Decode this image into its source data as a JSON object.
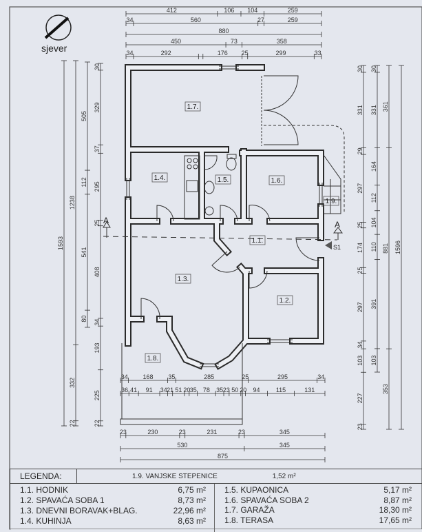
{
  "north": {
    "label": "sjever",
    "icon": "north-arrow-icon"
  },
  "section_marks": {
    "left": "A",
    "right": "A",
    "entry": "S1"
  },
  "rooms": [
    {
      "id": "1.7."
    },
    {
      "id": "1.4."
    },
    {
      "id": "1.5."
    },
    {
      "id": "1.6."
    },
    {
      "id": "1.9."
    },
    {
      "id": "1.1."
    },
    {
      "id": "1.3."
    },
    {
      "id": "1.2."
    },
    {
      "id": "1.8."
    }
  ],
  "dimensions": {
    "top": [
      [
        412,
        106,
        104,
        259
      ],
      [
        34,
        560,
        27,
        259
      ],
      [
        880
      ],
      [
        450,
        73,
        358
      ],
      [
        34,
        292,
        "",
        176,
        25,
        299,
        33
      ]
    ],
    "bottom": [
      [
        34,
        168,
        35,
        285,
        25,
        295,
        34
      ],
      [
        36,
        41,
        91,
        34,
        21,
        51,
        20,
        35,
        78,
        35,
        23,
        50,
        20,
        94,
        115,
        131
      ],
      [
        23,
        230,
        23,
        231,
        23,
        345
      ],
      [
        530,
        345
      ],
      [
        875
      ]
    ],
    "left": [
      [
        1593
      ],
      [
        1238,
        332,
        22
      ],
      [
        505,
        112,
        541,
        80
      ],
      [
        30,
        329,
        37,
        295,
        25,
        408,
        34,
        193,
        225,
        22
      ]
    ],
    "right": [
      [
        30,
        331,
        29,
        297,
        25,
        174,
        25,
        297,
        34,
        103,
        227,
        23
      ],
      [
        30,
        331,
        164,
        112,
        104,
        110,
        391,
        103
      ],
      [
        361,
        881,
        353
      ],
      [
        1596
      ]
    ]
  },
  "legend": {
    "title": "LEGENDA:",
    "extra": {
      "name": "1.9.   VANJSKE STEPENICE",
      "area": "1,52 m²"
    },
    "left": [
      {
        "name": "1.1. HODNIK",
        "area": "6,75 m²"
      },
      {
        "name": "1.2. SPAVAĆA SOBA 1",
        "area": "8,73 m²"
      },
      {
        "name": "1.3. DNEVNI BORAVAK+BLAG.",
        "area": "22,96 m²"
      },
      {
        "name": "1.4. KUHINJA",
        "area": "8,63 m²"
      }
    ],
    "right": [
      {
        "name": "1.5. KUPAONICA",
        "area": "5,17 m²"
      },
      {
        "name": "1.6. SPAVAĆA SOBA 2",
        "area": "8,87 m²"
      },
      {
        "name": "1.7. GARAŽA",
        "area": "18,30 m²"
      },
      {
        "name": "1.8. TERASA",
        "area": "17,65 m²"
      }
    ]
  },
  "colors": {
    "paper": "#e4e7ee",
    "ink": "#2a2a2a",
    "wall_fill": "#eef0f4"
  }
}
